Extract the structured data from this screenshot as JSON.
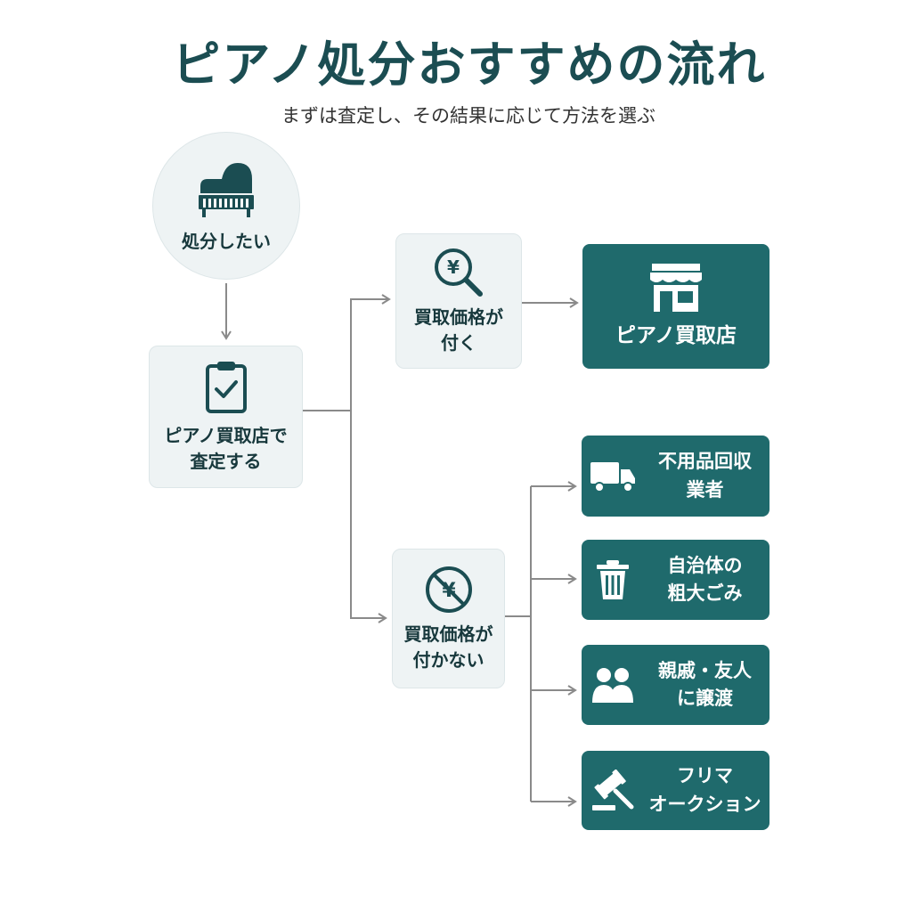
{
  "title": "ピアノ処分おすすめの流れ",
  "subtitle": "まずは査定し、その結果に応じて方法を選ぶ",
  "nodes": {
    "start": {
      "label": "処分したい",
      "icon": "piano-icon"
    },
    "assess": {
      "label_line1": "ピアノ買取店で",
      "label_line2": "査定する",
      "icon": "clipboard-check-icon"
    },
    "priced": {
      "label_line1": "買取価格が",
      "label_line2": "付く",
      "icon": "yen-search-icon"
    },
    "unpriced": {
      "label_line1": "買取価格が",
      "label_line2": "付かない",
      "icon": "yen-prohibited-icon"
    },
    "shop": {
      "label": "ピアノ買取店",
      "icon": "store-icon"
    },
    "collector": {
      "label_line1": "不用品回収",
      "label_line2": "業者",
      "icon": "truck-icon"
    },
    "bulky": {
      "label_line1": "自治体の",
      "label_line2": "粗大ごみ",
      "icon": "trash-icon"
    },
    "relatives": {
      "label_line1": "親戚・友人",
      "label_line2": "に譲渡",
      "icon": "people-icon"
    },
    "flea": {
      "label_line1": "フリマ",
      "label_line2": "オークション",
      "icon": "gavel-icon"
    }
  },
  "colors": {
    "dark_teal": "#1f6a6c",
    "title_teal": "#1b4d52",
    "light_box": "#eef3f4",
    "connector": "#8a8a8a"
  }
}
